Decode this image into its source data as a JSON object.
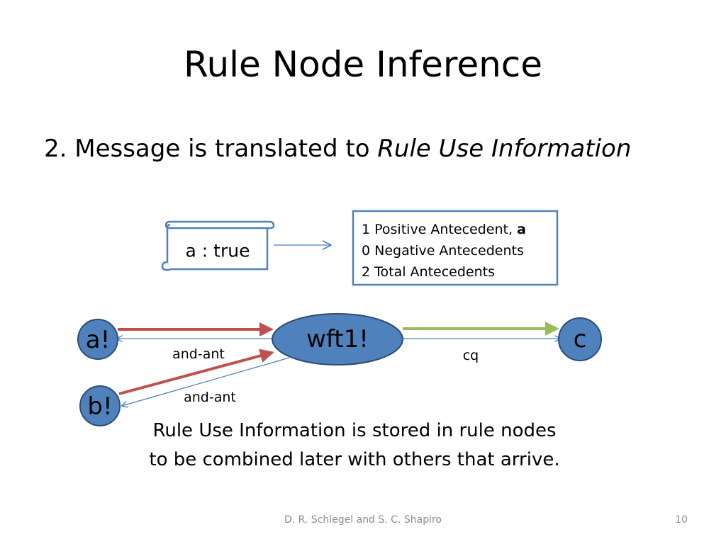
{
  "slide": {
    "title": "Rule Node Inference",
    "bullet_prefix": "2. Message is translated to ",
    "bullet_emphasis": "Rule Use Information"
  },
  "message": {
    "text": "a : true"
  },
  "rui_box": {
    "line1_prefix": "1 Positive Antecedent, ",
    "line1_bold": "a",
    "line2": "0 Negative Antecedents",
    "line3": "2 Total Antecedents"
  },
  "nodes": {
    "a": "a!",
    "b": "b!",
    "wft": "wft1!",
    "c": "c"
  },
  "edges": {
    "a_label": "and-ant",
    "b_label": "and-ant",
    "c_label": "cq"
  },
  "caption": {
    "line1": "Rule Use Information is stored in rule nodes",
    "line2": "to be combined later with others that arrive."
  },
  "footer": {
    "authors": "D. R. Schlegel and S. C. Shapiro",
    "page": "10"
  },
  "colors": {
    "node_fill": "#4f81bd",
    "node_stroke": "#2c4d75",
    "thin_arrow": "#4a7ebb",
    "red_arrow": "#c0504d",
    "green_arrow": "#9bbb59",
    "box_border": "#4f81bd"
  }
}
